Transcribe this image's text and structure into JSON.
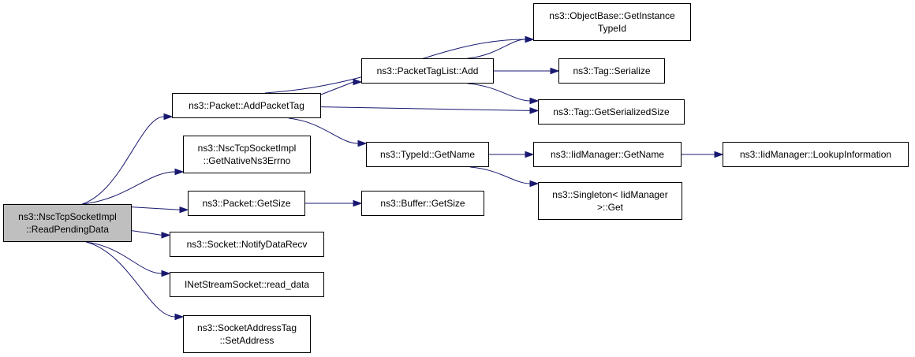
{
  "diagram": {
    "colors": {
      "edge": "#191970",
      "node_border": "#000000",
      "root_fill": "#bfbfbf",
      "node_fill": "#ffffff"
    },
    "nodes": {
      "read_pending": "ns3::NscTcpSocketImpl\n::ReadPendingData",
      "add_packet_tag": "ns3::Packet::AddPacketTag",
      "get_native_errno": "ns3::NscTcpSocketImpl\n::GetNativeNs3Errno",
      "packet_get_size": "ns3::Packet::GetSize",
      "notify_data_recv": "ns3::Socket::NotifyDataRecv",
      "read_data": "INetStreamSocket::read_data",
      "set_address": "ns3::SocketAddressTag\n::SetAddress",
      "tag_list_add": "ns3::PacketTagList::Add",
      "typeid_get_name": "ns3::TypeId::GetName",
      "buffer_get_size": "ns3::Buffer::GetSize",
      "get_instance_typeid": "ns3::ObjectBase::GetInstance\nTypeId",
      "tag_serialize": "ns3::Tag::Serialize",
      "tag_serialized_size": "ns3::Tag::GetSerializedSize",
      "iid_get_name": "ns3::IidManager::GetName",
      "singleton_get": "ns3::Singleton< IidManager\n>::Get",
      "lookup_info": "ns3::IidManager::LookupInformation"
    },
    "edges": [
      [
        "read_pending",
        "add_packet_tag"
      ],
      [
        "read_pending",
        "get_native_errno"
      ],
      [
        "read_pending",
        "packet_get_size"
      ],
      [
        "read_pending",
        "notify_data_recv"
      ],
      [
        "read_pending",
        "read_data"
      ],
      [
        "read_pending",
        "set_address"
      ],
      [
        "add_packet_tag",
        "get_instance_typeid"
      ],
      [
        "add_packet_tag",
        "tag_list_add"
      ],
      [
        "add_packet_tag",
        "tag_serialized_size"
      ],
      [
        "add_packet_tag",
        "typeid_get_name"
      ],
      [
        "tag_list_add",
        "get_instance_typeid"
      ],
      [
        "tag_list_add",
        "tag_serialize"
      ],
      [
        "tag_list_add",
        "tag_serialized_size"
      ],
      [
        "typeid_get_name",
        "iid_get_name"
      ],
      [
        "typeid_get_name",
        "singleton_get"
      ],
      [
        "iid_get_name",
        "lookup_info"
      ],
      [
        "packet_get_size",
        "buffer_get_size"
      ]
    ]
  }
}
